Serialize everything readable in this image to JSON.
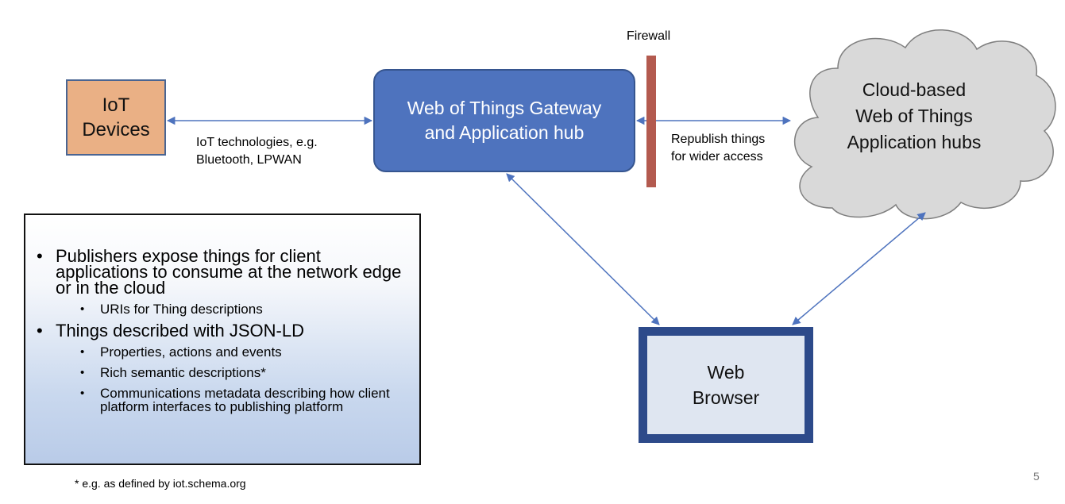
{
  "nodes": {
    "iot_devices": "IoT\nDevices",
    "gateway": "Web of Things Gateway\nand Application hub",
    "cloud": "Cloud-based\nWeb of Things\nApplication hubs",
    "browser": "Web\nBrowser",
    "firewall": "Firewall"
  },
  "edges": {
    "iot_link": "IoT technologies, e.g.\nBluetooth, LPWAN",
    "republish": "Republish things\nfor wider access"
  },
  "info": {
    "bullets": [
      {
        "text": "Publishers expose things for client applications to consume at the network edge or in the cloud",
        "sub": [
          "URIs for Thing descriptions"
        ]
      },
      {
        "text": "Things described with JSON-LD",
        "sub": [
          "Properties, actions and events",
          "Rich semantic descriptions*",
          "Communications metadata describing how client platform interfaces to publishing platform"
        ]
      }
    ]
  },
  "footnote": "* e.g. as defined by iot.schema.org",
  "page_number": "5",
  "colors": {
    "iot_fill": "#eab085",
    "gateway_fill": "#4e73be",
    "firewall": "#b35a4f",
    "connector": "#4e73be",
    "browser_border": "#2d4a8a",
    "cloud_fill": "#d9d9d9"
  }
}
